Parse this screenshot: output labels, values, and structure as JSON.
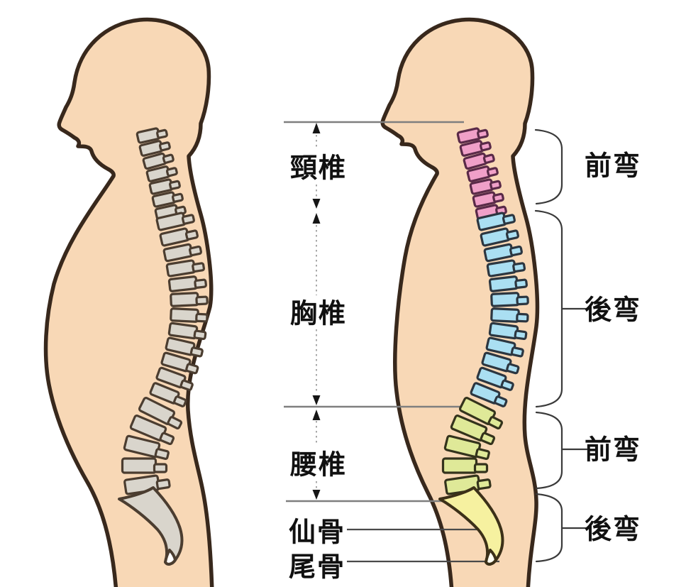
{
  "region_labels": [
    {
      "id": "cervical",
      "text": "頸椎"
    },
    {
      "id": "thoracic",
      "text": "胸椎"
    },
    {
      "id": "lumbar",
      "text": "腰椎"
    },
    {
      "id": "sacrum",
      "text": "仙骨"
    },
    {
      "id": "coccyx",
      "text": "尾骨"
    }
  ],
  "curve_labels": [
    {
      "id": "cervical-lordosis",
      "text": "前弯"
    },
    {
      "id": "thoracic-kyphosis",
      "text": "後弯"
    },
    {
      "id": "lumbar-lordosis",
      "text": "前弯"
    },
    {
      "id": "sacral-kyphosis",
      "text": "後弯"
    }
  ],
  "colors": {
    "skin": "#f8d8b6",
    "outline": "#38281c",
    "spine_gray": "#d9d5cc",
    "cervical_pink": "#f0a0c8",
    "thoracic_blue": "#aadff2",
    "lumbar_green": "#dfe998",
    "sacrum_yellow": "#f6f1a0",
    "annotation_line": "#7f7f7f"
  }
}
